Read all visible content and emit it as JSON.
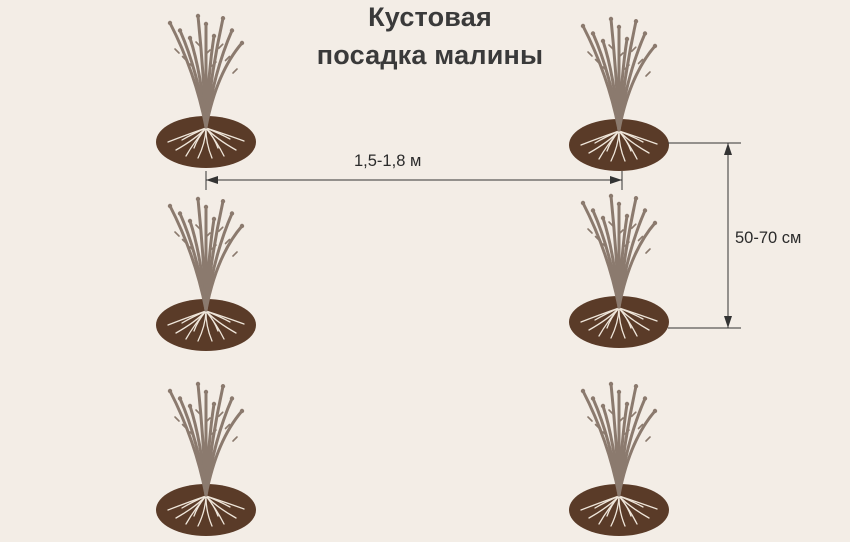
{
  "title": {
    "line1": "Кустовая",
    "line2": "посадка малины"
  },
  "dimensions": {
    "row_spacing": "1,5-1,8 м",
    "plant_spacing": "50-70 см"
  },
  "colors": {
    "background": "#f3ede6",
    "soil": "#5a3b28",
    "stems": "#8b7a6e",
    "roots": "#efe6da",
    "dimension_lines": "#333333"
  }
}
